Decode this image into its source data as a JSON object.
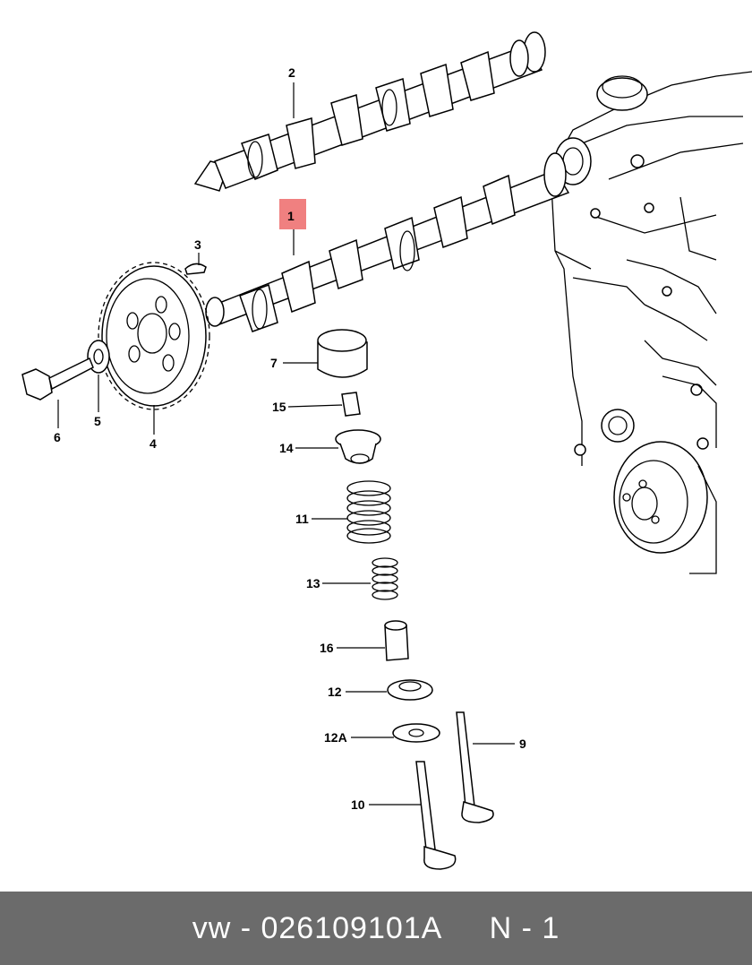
{
  "highlight_color": "#f08080",
  "footer": {
    "brand": "vw",
    "part_number": "026109101A",
    "position": "N - 1"
  },
  "callouts": [
    "1",
    "2",
    "3",
    "4",
    "5",
    "6",
    "7",
    "9",
    "10",
    "11",
    "12",
    "12A",
    "13",
    "14",
    "15",
    "16"
  ]
}
